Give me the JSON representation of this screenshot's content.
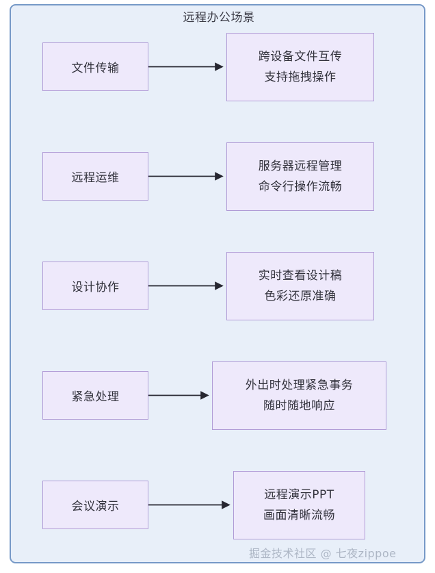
{
  "diagram": {
    "type": "flowchart",
    "title": "远程办公场景",
    "container": {
      "background_color": "#e8eff9",
      "border_color": "#7699c7"
    },
    "node_style": {
      "fill_color": "#eee9fb",
      "border_color": "#b09bd6",
      "text_color": "#32323c"
    },
    "arrow_color": "#262630",
    "rows": [
      {
        "id": "row-1",
        "source": {
          "label": "文件传输"
        },
        "target": {
          "lines": [
            "跨设备文件互传",
            "支持拖拽操作"
          ]
        }
      },
      {
        "id": "row-2",
        "source": {
          "label": "远程运维"
        },
        "target": {
          "lines": [
            "服务器远程管理",
            "命令行操作流畅"
          ]
        }
      },
      {
        "id": "row-3",
        "source": {
          "label": "设计协作"
        },
        "target": {
          "lines": [
            "实时查看设计稿",
            "色彩还原准确"
          ]
        }
      },
      {
        "id": "row-4",
        "source": {
          "label": "紧急处理"
        },
        "target": {
          "lines": [
            "外出时处理紧急事务",
            "随时随地响应"
          ]
        }
      },
      {
        "id": "row-5",
        "source": {
          "label": "会议演示"
        },
        "target": {
          "lines": [
            "远程演示PPT",
            "画面清晰流畅"
          ]
        }
      }
    ],
    "watermark": "掘金技术社区 @ 七夜zippoe"
  }
}
